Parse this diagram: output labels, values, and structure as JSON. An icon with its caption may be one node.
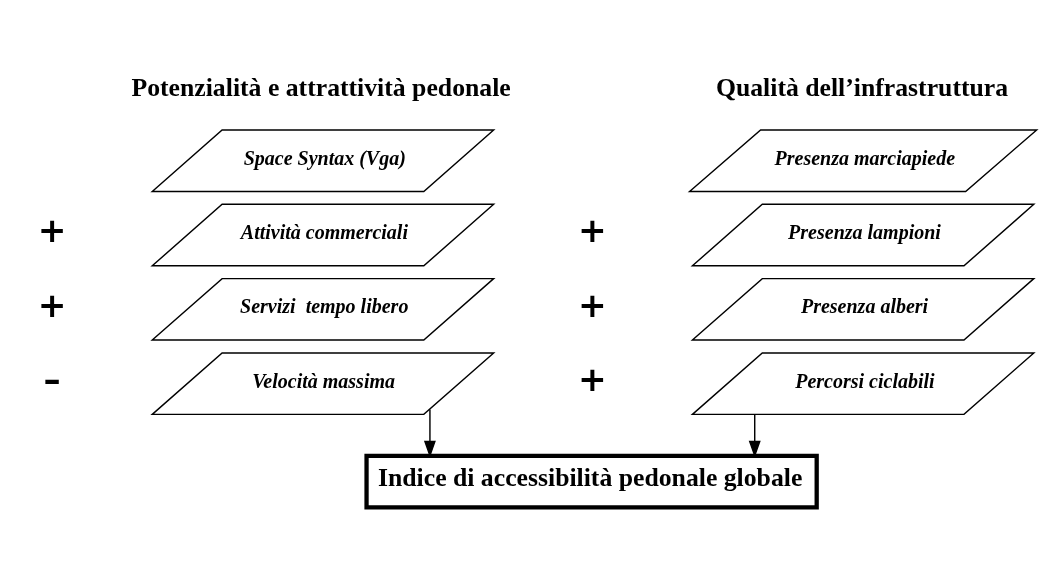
{
  "diagram": {
    "nodes": [
      {
        "text": [
          "Presenza marciapiede"
        ]
      },
      {
        "text": [
          "Presenza lampioni"
        ],
        "beside": [
          "+"
        ]
      },
      {
        "text": [
          "Presenza alberi"
        ],
        "beside": [
          "+"
        ]
      },
      {
        "text": [
          "Percorsi ciclabili"
        ],
        "beside": [
          "+"
        ]
      },
      {
        "text": [
          "Space Syntax (Vga)"
        ]
      },
      {
        "text": [
          "Attività commerciali"
        ],
        "beside": [
          "+"
        ]
      },
      {
        "text": [
          "Servizi  tempo libero"
        ],
        "beside": [
          "+"
        ]
      },
      {
        "text": [
          "Velocità massima"
        ],
        "beside": [
          "–"
        ]
      },
      {
        "text": [
          "Indice di accessibilità pedonale globale"
        ]
      }
    ],
    "edges": [
      {
        "from": 3,
        "to": 8,
        "arrow": "to"
      },
      {
        "from": 7,
        "to": 8,
        "arrow": "to"
      }
    ],
    "labels": [
      "Qualità dell’infrastruttura",
      "Potenzialità e attrattività pedonale"
    ]
  }
}
